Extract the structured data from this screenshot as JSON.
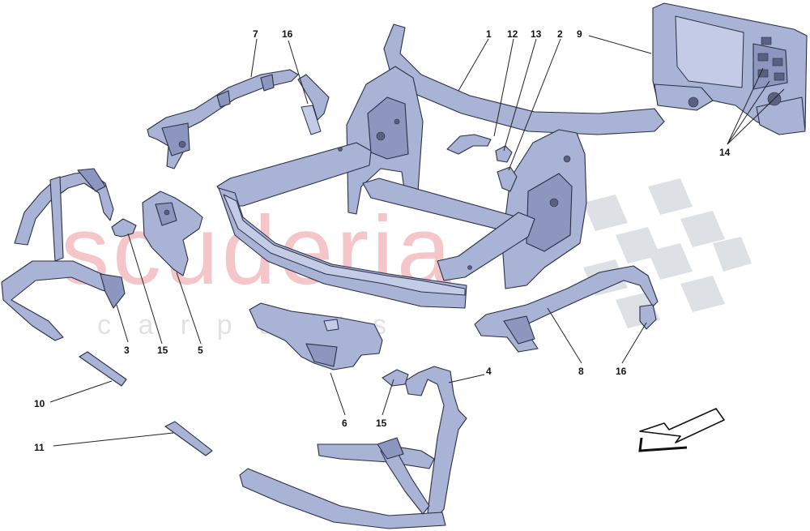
{
  "watermark": {
    "brand": "scuderia",
    "sub": "c a r   p a r t s",
    "brand_color": "#f4c6c9",
    "flag_color": "#dadde3"
  },
  "callouts": [
    {
      "id": "c1",
      "label": "1"
    },
    {
      "id": "c2",
      "label": "2"
    },
    {
      "id": "c3",
      "label": "3"
    },
    {
      "id": "c4",
      "label": "4"
    },
    {
      "id": "c5",
      "label": "5"
    },
    {
      "id": "c6",
      "label": "6"
    },
    {
      "id": "c7",
      "label": "7"
    },
    {
      "id": "c8",
      "label": "8"
    },
    {
      "id": "c9",
      "label": "9"
    },
    {
      "id": "c10",
      "label": "10"
    },
    {
      "id": "c11",
      "label": "11"
    },
    {
      "id": "c12",
      "label": "12"
    },
    {
      "id": "c13",
      "label": "13"
    },
    {
      "id": "c14",
      "label": "14"
    },
    {
      "id": "c15a",
      "label": "15"
    },
    {
      "id": "c15b",
      "label": "15"
    },
    {
      "id": "c16a",
      "label": "16"
    },
    {
      "id": "c16b",
      "label": "16"
    }
  ],
  "colors": {
    "part_fill": "#a9b3d6",
    "outline": "#2a2f45",
    "arrow_fill": "#ffffff"
  },
  "direction_arrow_icon": "arrow-down-left-icon"
}
